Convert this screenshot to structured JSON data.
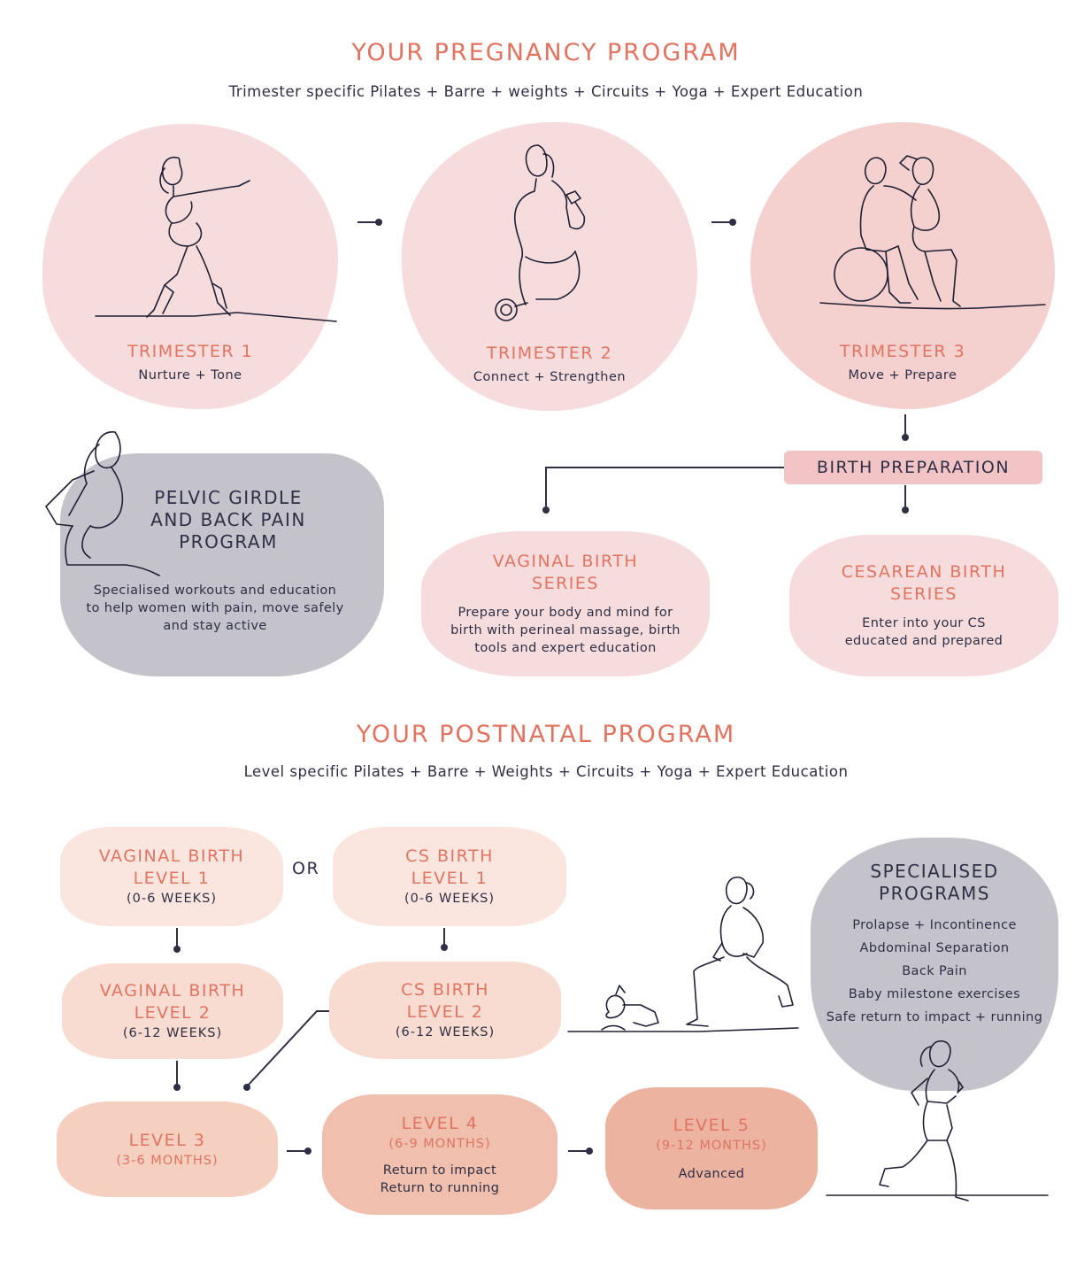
{
  "pregnancy": {
    "title": "YOUR PREGNANCY PROGRAM",
    "subtitle": "Trimester specific Pilates + Barre + weights + Circuits + Yoga + Expert Education",
    "trimesters": [
      {
        "title": "TRIMESTER 1",
        "subtitle": "Nurture + Tone"
      },
      {
        "title": "TRIMESTER 2",
        "subtitle": "Connect + Strengthen"
      },
      {
        "title": "TRIMESTER 3",
        "subtitle": "Move + Prepare"
      }
    ],
    "birth_prep": "BIRTH PREPARATION",
    "pelvic": {
      "title": [
        "PELVIC GIRDLE",
        "AND BACK PAIN",
        "PROGRAM"
      ],
      "text": [
        "Specialised workouts and education",
        "to help women with pain, move safely",
        "and stay active"
      ]
    },
    "vaginal_series": {
      "title": [
        "VAGINAL BIRTH",
        "SERIES"
      ],
      "text": [
        "Prepare your body and mind for",
        "birth with perineal massage, birth",
        "tools and expert education"
      ]
    },
    "cesarean_series": {
      "title": [
        "CESAREAN BIRTH",
        "SERIES"
      ],
      "text": [
        "Enter into your CS",
        "educated and prepared"
      ]
    }
  },
  "postnatal": {
    "title": "YOUR POSTNATAL PROGRAM",
    "subtitle": "Level specific Pilates + Barre + Weights + Circuits + Yoga + Expert Education",
    "or_label": "OR",
    "vb1": {
      "title": [
        "VAGINAL BIRTH",
        "LEVEL 1"
      ],
      "period": "(0-6 WEEKS)"
    },
    "cs1": {
      "title": [
        "CS BIRTH",
        "LEVEL 1"
      ],
      "period": "(0-6 WEEKS)"
    },
    "vb2": {
      "title": [
        "VAGINAL BIRTH",
        "LEVEL 2"
      ],
      "period": "(6-12 WEEKS)"
    },
    "cs2": {
      "title": [
        "CS BIRTH",
        "LEVEL 2"
      ],
      "period": "(6-12 WEEKS)"
    },
    "level3": {
      "title": "LEVEL 3",
      "period": "(3-6 MONTHS)"
    },
    "level4": {
      "title": "LEVEL 4",
      "period": "(6-9 MONTHS)",
      "text": [
        "Return to impact",
        "Return to running"
      ]
    },
    "level5": {
      "title": "LEVEL 5",
      "period": "(9-12 MONTHS)",
      "text": [
        "Advanced"
      ]
    },
    "specialised": {
      "title": [
        "SPECIALISED",
        "PROGRAMS"
      ],
      "items": [
        "Prolapse + Incontinence",
        "Abdominal Separation",
        "Back Pain",
        "Baby milestone exercises",
        "Safe return to impact + running"
      ]
    }
  },
  "colors": {
    "coral": "#e07460",
    "navy": "#2e2f45",
    "pink": "#f6dcdc",
    "grey": "#c4c3cc"
  }
}
